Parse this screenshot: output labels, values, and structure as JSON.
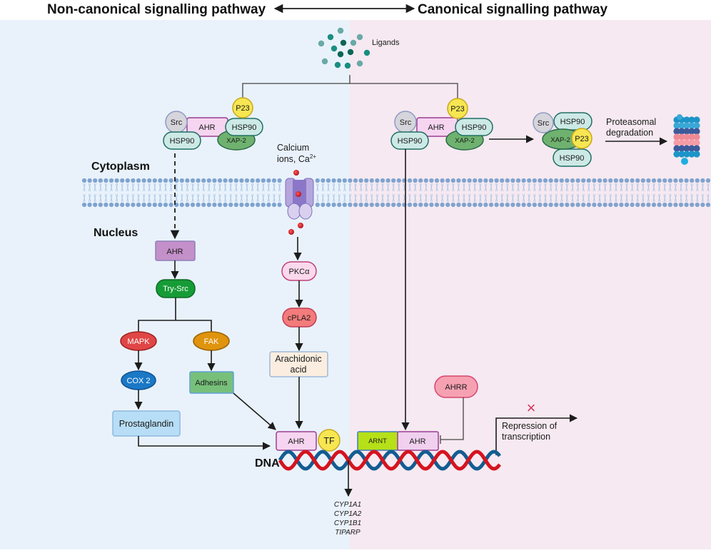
{
  "header": {
    "left_title": "Non-canonical signalling pathway",
    "right_title": "Canonical signalling pathway"
  },
  "panels": {
    "left_bg": "#e9f2fb",
    "right_bg": "#f6e9f1"
  },
  "regions": {
    "cytoplasm": "Cytoplasm",
    "nucleus": "Nucleus",
    "dna": "DNA"
  },
  "ligands": {
    "label": "Ligands"
  },
  "calcium": {
    "line1": "Calcium",
    "line2": "ions, Ca",
    "superscript": "2+"
  },
  "complex_left": {
    "src": "Src",
    "ahr": "AHR",
    "p23": "P23",
    "hsp90_a": "HSP90",
    "hsp90_b": "HSP90",
    "xap2": "XAP-2"
  },
  "complex_right": {
    "src": "Src",
    "ahr": "AHR",
    "p23": "P23",
    "hsp90_a": "HSP90",
    "hsp90_b": "HSP90",
    "xap2": "XAP-2"
  },
  "complex_degrading": {
    "src": "Src",
    "hsp90_top": "HSP90",
    "xap2": "XAP-2",
    "p23": "P23",
    "hsp90_bottom": "HSP90"
  },
  "proteasome": {
    "line1": "Proteasomal",
    "line2": "degradation"
  },
  "noncanonical_chain": {
    "ahr": "AHR",
    "try_src": "Try-Src",
    "mapk": "MAPK",
    "fak": "FAK",
    "cox2": "COX 2",
    "adhesins": "Adhesins",
    "prostaglandin": "Prostaglandin"
  },
  "calcium_chain": {
    "pkca": "PKCα",
    "cpla2": "cPLA2",
    "arachidonic_line1": "Arachidonic",
    "arachidonic_line2": "acid"
  },
  "nuclear_left": {
    "ahr": "AHR",
    "tf": "TF"
  },
  "nuclear_right": {
    "arnt": "ARNT",
    "ahr": "AHR",
    "ahrr": "AHRR"
  },
  "repression": {
    "line1": "Repression of",
    "line2": "transcription",
    "x_mark": "×"
  },
  "target_genes": [
    "CYP1A1",
    "CYP1A2",
    "CYP1B1",
    "TIPARP"
  ],
  "colors": {
    "hsp90_fill": "#cde9e6",
    "hsp90_stroke": "#1f6f63",
    "xap2_fill": "#6fb26f",
    "xap2_stroke": "#2b6a48",
    "src_fill": "#d5d5db",
    "src_stroke": "#8e9ac2",
    "ahr_fill": "#f6d5f0",
    "ahr_stroke": "#9c3c93",
    "p23_fill": "#f7e652",
    "p23_stroke": "#c9a91b",
    "ahr_box_fill": "#c490c9",
    "ahr_box_stroke": "#8e7fb8",
    "trysrc_fill": "#169c37",
    "trysrc_stroke": "#0d6a23",
    "mapk_fill": "#e04646",
    "mapk_stroke": "#9e2020",
    "fak_fill": "#e0930c",
    "fak_stroke": "#9b6200",
    "cox2_fill": "#1b78c6",
    "cox2_stroke": "#0f5293",
    "adhesins_fill": "#77c07a",
    "adhesins_stroke": "#5d9fd6",
    "prostaglandin_fill": "#b7def6",
    "prostaglandin_stroke": "#8db8de",
    "pkca_fill": "#fbd9ec",
    "pkca_stroke": "#c2407a",
    "cpla2_fill": "#f37b7b",
    "cpla2_stroke": "#c13d58",
    "arachidonic_fill": "#fbeee0",
    "arachidonic_stroke": "#a0b8d8",
    "arnt_fill": "#b6e018",
    "arnt_stroke": "#3d7fbc",
    "ahrr_fill": "#f6a1b2",
    "ahrr_stroke": "#d6456e",
    "tf_fill": "#f7e652",
    "tf_stroke": "#c9a91b",
    "dna_red": "#d4141f",
    "dna_blue": "#135c92",
    "membrane_head": "#7fa3cf",
    "membrane_tail": "#a9c4e4",
    "calcium_ion": "#c9171e",
    "x_mark": "#d23362"
  }
}
